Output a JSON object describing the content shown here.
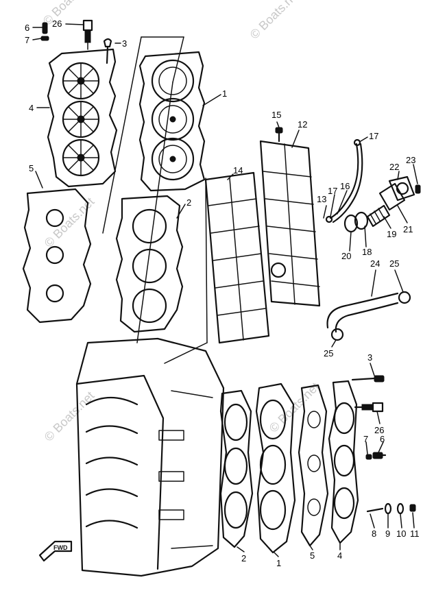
{
  "watermark": "© Boats.net",
  "fwd_label": "FWD",
  "callouts": [
    {
      "id": "c6-top",
      "label": "6"
    },
    {
      "id": "c26-top",
      "label": "26"
    },
    {
      "id": "c7-top",
      "label": "7"
    },
    {
      "id": "c3-top",
      "label": "3"
    },
    {
      "id": "c1-top",
      "label": "1"
    },
    {
      "id": "c4-top",
      "label": "4"
    },
    {
      "id": "c15",
      "label": "15"
    },
    {
      "id": "c12",
      "label": "12"
    },
    {
      "id": "c17-a",
      "label": "17"
    },
    {
      "id": "c5-top",
      "label": "5"
    },
    {
      "id": "c14",
      "label": "14"
    },
    {
      "id": "c22",
      "label": "22"
    },
    {
      "id": "c23",
      "label": "23"
    },
    {
      "id": "c2-top",
      "label": "2"
    },
    {
      "id": "c13",
      "label": "13"
    },
    {
      "id": "c17-b",
      "label": "17"
    },
    {
      "id": "c16",
      "label": "16"
    },
    {
      "id": "c21",
      "label": "21"
    },
    {
      "id": "c19",
      "label": "19"
    },
    {
      "id": "c20",
      "label": "20"
    },
    {
      "id": "c18",
      "label": "18"
    },
    {
      "id": "c25-a",
      "label": "25"
    },
    {
      "id": "c24",
      "label": "24"
    },
    {
      "id": "c25-b",
      "label": "25"
    },
    {
      "id": "c3-bottom",
      "label": "3"
    },
    {
      "id": "c26-bottom",
      "label": "26"
    },
    {
      "id": "c7-bottom",
      "label": "7"
    },
    {
      "id": "c6-bottom",
      "label": "6"
    },
    {
      "id": "c8",
      "label": "8"
    },
    {
      "id": "c9",
      "label": "9"
    },
    {
      "id": "c10",
      "label": "10"
    },
    {
      "id": "c11",
      "label": "11"
    },
    {
      "id": "c2-bottom",
      "label": "2"
    },
    {
      "id": "c1-bottom",
      "label": "1"
    },
    {
      "id": "c5-bottom",
      "label": "5"
    },
    {
      "id": "c4-bottom",
      "label": "4"
    }
  ]
}
